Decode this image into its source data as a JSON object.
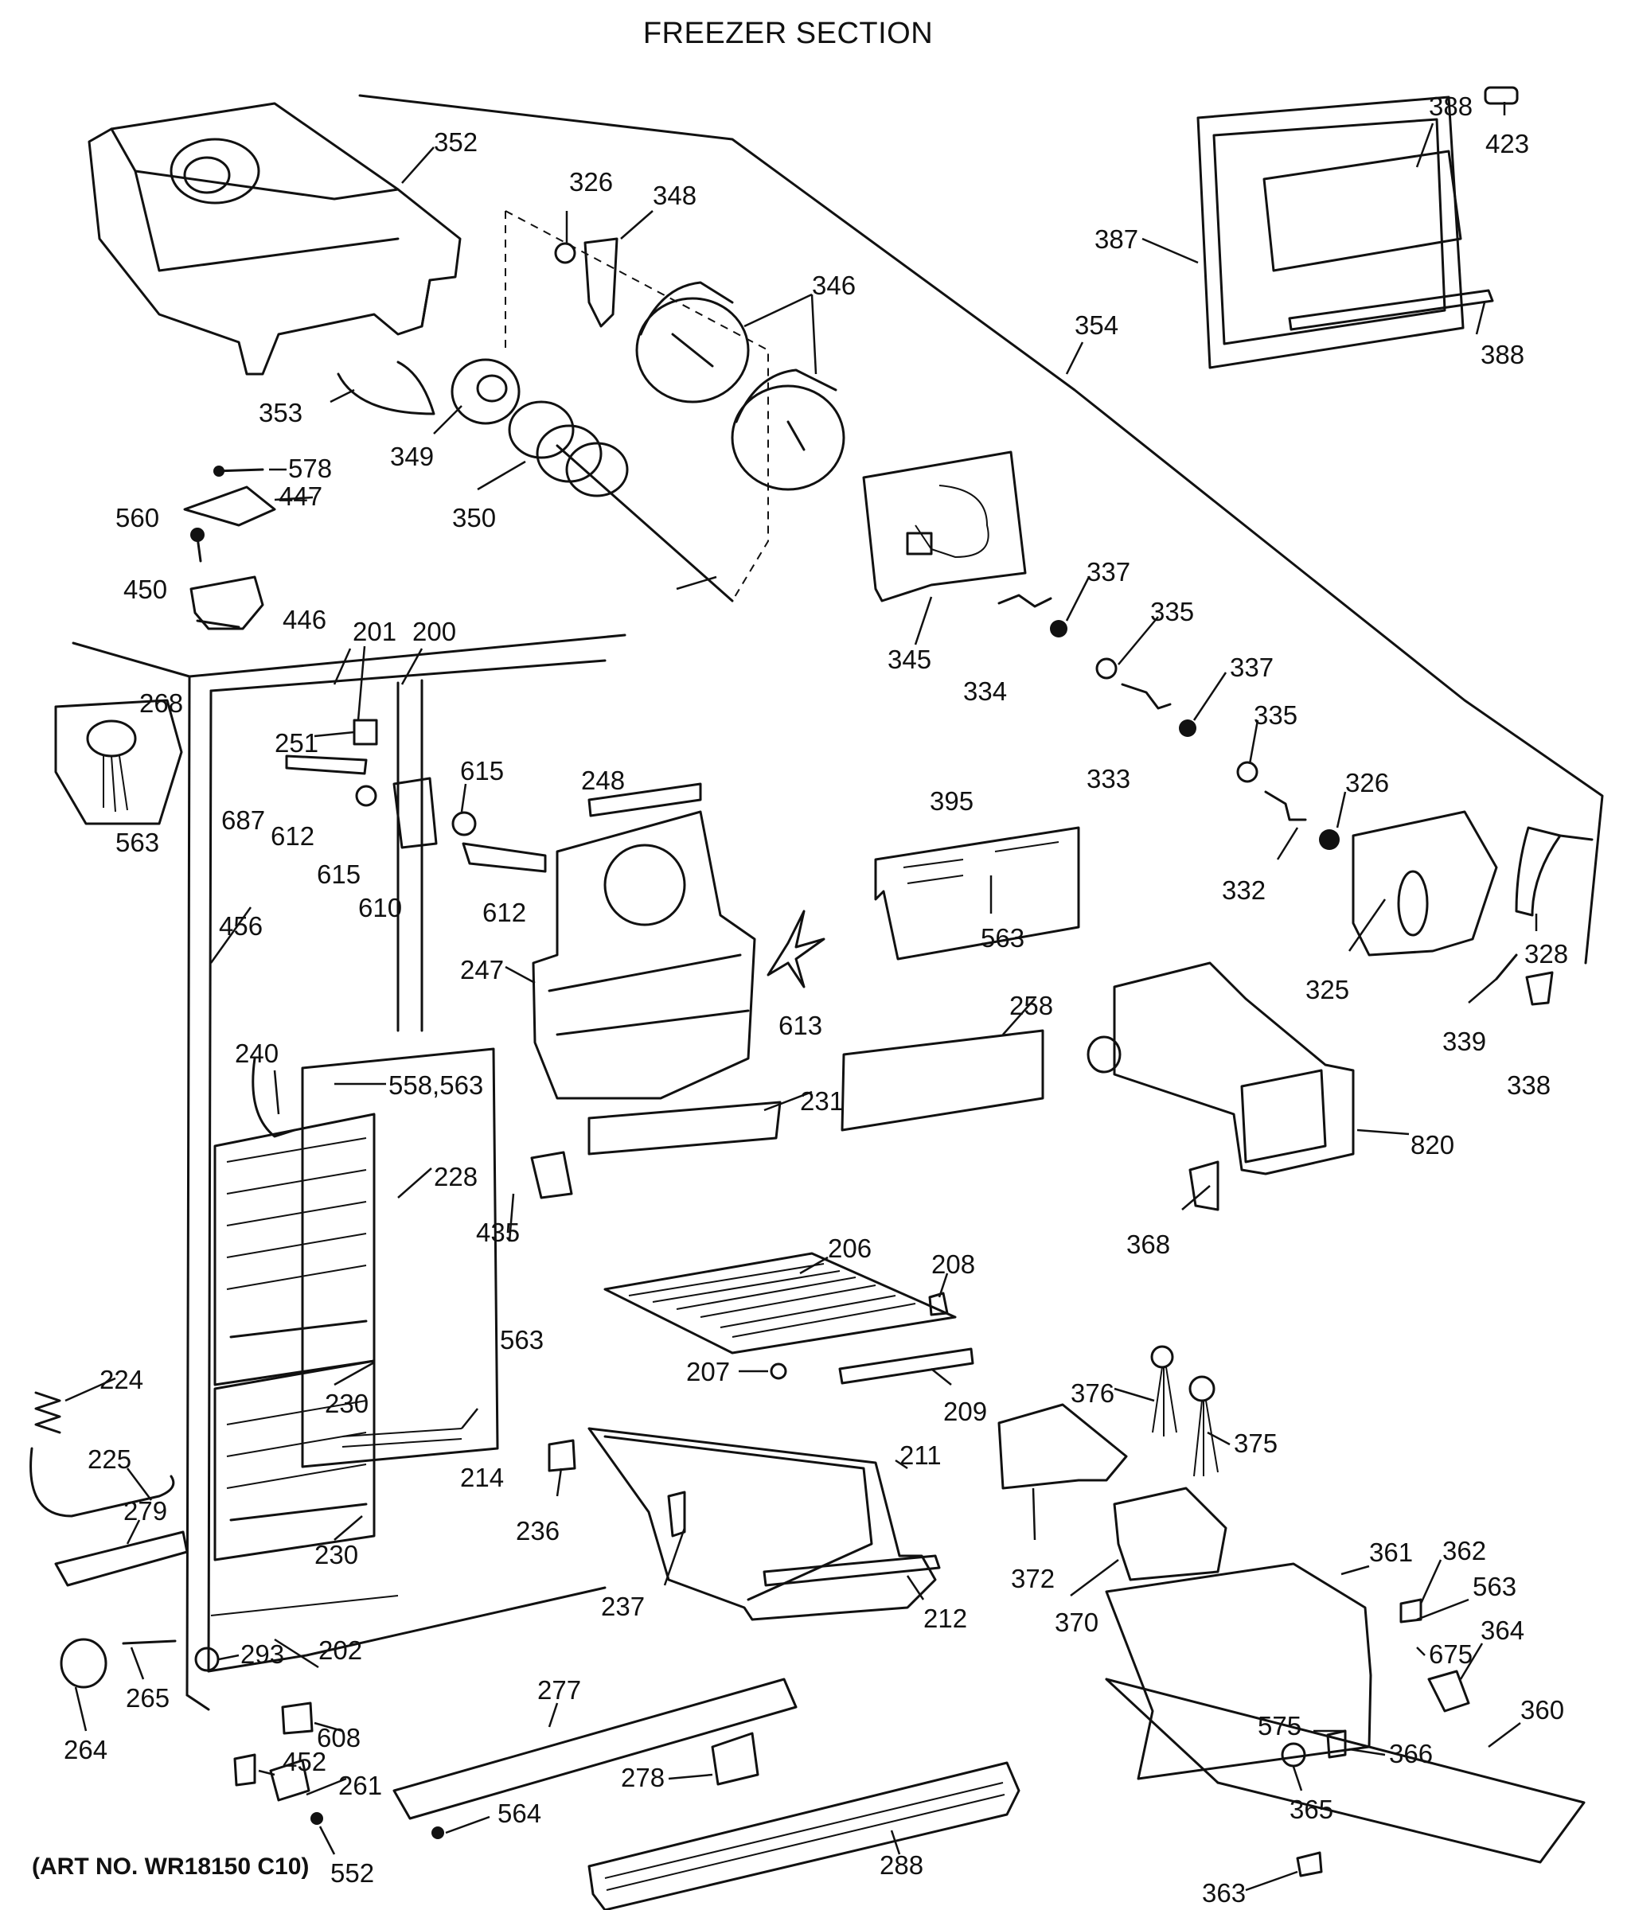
{
  "title": "FREEZER SECTION",
  "art_number": "(ART NO. WR18150 C10)",
  "callouts": [
    {
      "id": "352",
      "text": "352"
    },
    {
      "id": "353",
      "text": "353"
    },
    {
      "id": "349",
      "text": "349"
    },
    {
      "id": "350",
      "text": "350"
    },
    {
      "id": "326a",
      "text": "326"
    },
    {
      "id": "348",
      "text": "348"
    },
    {
      "id": "346",
      "text": "346"
    },
    {
      "id": "345",
      "text": "345"
    },
    {
      "id": "354",
      "text": "354"
    },
    {
      "id": "388a",
      "text": "388"
    },
    {
      "id": "423",
      "text": "423"
    },
    {
      "id": "387",
      "text": "387"
    },
    {
      "id": "388b",
      "text": "388"
    },
    {
      "id": "578",
      "text": "578"
    },
    {
      "id": "447",
      "text": "447"
    },
    {
      "id": "560",
      "text": "560"
    },
    {
      "id": "450",
      "text": "450"
    },
    {
      "id": "446",
      "text": "446"
    },
    {
      "id": "201",
      "text": "201"
    },
    {
      "id": "200",
      "text": "200"
    },
    {
      "id": "337a",
      "text": "337"
    },
    {
      "id": "335a",
      "text": "335"
    },
    {
      "id": "334",
      "text": "334"
    },
    {
      "id": "337b",
      "text": "337"
    },
    {
      "id": "333",
      "text": "333"
    },
    {
      "id": "335b",
      "text": "335"
    },
    {
      "id": "326b",
      "text": "326"
    },
    {
      "id": "332",
      "text": "332"
    },
    {
      "id": "328",
      "text": "328"
    },
    {
      "id": "325",
      "text": "325"
    },
    {
      "id": "339",
      "text": "339"
    },
    {
      "id": "338",
      "text": "338"
    },
    {
      "id": "268",
      "text": "268"
    },
    {
      "id": "563a",
      "text": "563"
    },
    {
      "id": "251",
      "text": "251"
    },
    {
      "id": "687",
      "text": "687"
    },
    {
      "id": "612a",
      "text": "612"
    },
    {
      "id": "615a",
      "text": "615"
    },
    {
      "id": "615b",
      "text": "615"
    },
    {
      "id": "610",
      "text": "610"
    },
    {
      "id": "612b",
      "text": "612"
    },
    {
      "id": "248",
      "text": "248"
    },
    {
      "id": "395",
      "text": "395"
    },
    {
      "id": "563b",
      "text": "563"
    },
    {
      "id": "456",
      "text": "456"
    },
    {
      "id": "247",
      "text": "247"
    },
    {
      "id": "613",
      "text": "613"
    },
    {
      "id": "258",
      "text": "258"
    },
    {
      "id": "240",
      "text": "240"
    },
    {
      "id": "558",
      "text": "558,563"
    },
    {
      "id": "231",
      "text": "231"
    },
    {
      "id": "820",
      "text": "820"
    },
    {
      "id": "228",
      "text": "228"
    },
    {
      "id": "435",
      "text": "435"
    },
    {
      "id": "368",
      "text": "368"
    },
    {
      "id": "563c",
      "text": "563"
    },
    {
      "id": "206",
      "text": "206"
    },
    {
      "id": "208",
      "text": "208"
    },
    {
      "id": "224",
      "text": "224"
    },
    {
      "id": "230a",
      "text": "230"
    },
    {
      "id": "207",
      "text": "207"
    },
    {
      "id": "209",
      "text": "209"
    },
    {
      "id": "376",
      "text": "376"
    },
    {
      "id": "375",
      "text": "375"
    },
    {
      "id": "225",
      "text": "225"
    },
    {
      "id": "211",
      "text": "211"
    },
    {
      "id": "214",
      "text": "214"
    },
    {
      "id": "236",
      "text": "236"
    },
    {
      "id": "279",
      "text": "279"
    },
    {
      "id": "230b",
      "text": "230"
    },
    {
      "id": "372",
      "text": "372"
    },
    {
      "id": "361",
      "text": "361"
    },
    {
      "id": "362",
      "text": "362"
    },
    {
      "id": "563d",
      "text": "563"
    },
    {
      "id": "237",
      "text": "237"
    },
    {
      "id": "212",
      "text": "212"
    },
    {
      "id": "370",
      "text": "370"
    },
    {
      "id": "202",
      "text": "202"
    },
    {
      "id": "675",
      "text": "675"
    },
    {
      "id": "364",
      "text": "364"
    },
    {
      "id": "293",
      "text": "293"
    },
    {
      "id": "265",
      "text": "265"
    },
    {
      "id": "277",
      "text": "277"
    },
    {
      "id": "360",
      "text": "360"
    },
    {
      "id": "608",
      "text": "608"
    },
    {
      "id": "575",
      "text": "575"
    },
    {
      "id": "366",
      "text": "366"
    },
    {
      "id": "264",
      "text": "264"
    },
    {
      "id": "452",
      "text": "452"
    },
    {
      "id": "278",
      "text": "278"
    },
    {
      "id": "261",
      "text": "261"
    },
    {
      "id": "365",
      "text": "365"
    },
    {
      "id": "564",
      "text": "564"
    },
    {
      "id": "288",
      "text": "288"
    },
    {
      "id": "552",
      "text": "552"
    },
    {
      "id": "363",
      "text": "363"
    }
  ]
}
